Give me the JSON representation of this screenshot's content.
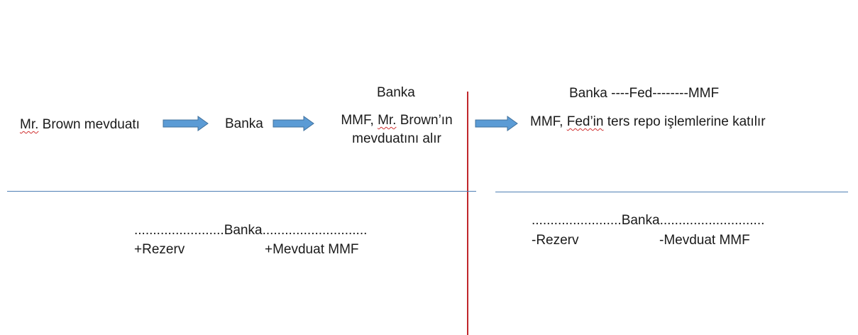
{
  "colors": {
    "arrow_fill": "#5b9bd5",
    "arrow_stroke": "#41719c",
    "vertical_divider": "#c0262b",
    "horizontal_divider": "#4f7fb5",
    "spellcheck_underline": "#d03030"
  },
  "flow_left": {
    "node1": {
      "word1": "Mr.",
      "rest": " Brown mevduatı"
    },
    "node2": "Banka",
    "node3_title": "Banka",
    "node3_line1_pre": "MMF, ",
    "node3_line1_word": "Mr.",
    "node3_line1_post": " Brown’ın",
    "node3_line2": "mevduatını alır"
  },
  "flow_right": {
    "title": "Banka ----Fed--------MMF",
    "text_pre": "MMF, ",
    "text_word": "Fed’in",
    "text_post": " ters repo işlemlerine katılır"
  },
  "ledger_left": {
    "header": "........................Banka............................",
    "asset": "+Rezerv",
    "liability": "+Mevduat MMF"
  },
  "ledger_right": {
    "header": "........................Banka............................",
    "asset": "-Rezerv",
    "liability": "-Mevduat MMF"
  }
}
